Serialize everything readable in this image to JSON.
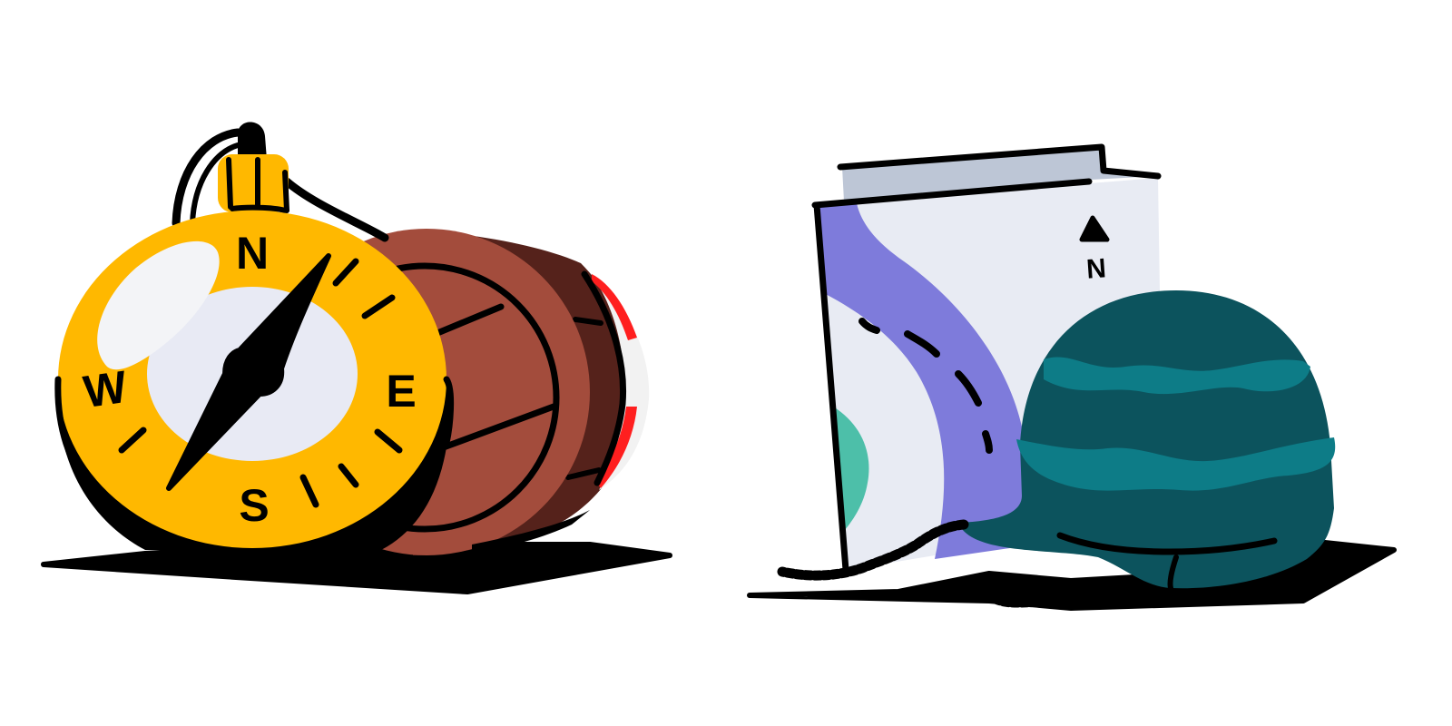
{
  "scene": {
    "background": "#ffffff",
    "outline_color": "#000000",
    "illustrations": [
      {
        "name": "compass-with-canteen",
        "icons": [
          "compass-icon",
          "canteen-icon"
        ]
      },
      {
        "name": "map-with-beanie",
        "icons": [
          "folded-map-icon",
          "beanie-hat-icon"
        ]
      }
    ]
  },
  "compass": {
    "directions": {
      "north": "N",
      "east": "E",
      "south": "S",
      "west": "W"
    },
    "colors": {
      "body": "#ffb800",
      "face": "#e8eaf4",
      "glare": "#f3f4f7",
      "needle": "#000000"
    }
  },
  "canteen": {
    "colors": {
      "body": "#a34c3c",
      "rim": "#55221b",
      "stripe_red": "#ff1f1f",
      "stripe_white": "#f2f2f2"
    }
  },
  "map": {
    "north_marker": "N",
    "colors": {
      "paper": "#e8ebf3",
      "top_edge": "#bdc6d6",
      "river": "#7e7bdb",
      "park": "#4dbfa9"
    }
  },
  "beanie": {
    "colors": {
      "body": "#0c535d",
      "stripes": "#0d7c87"
    }
  }
}
